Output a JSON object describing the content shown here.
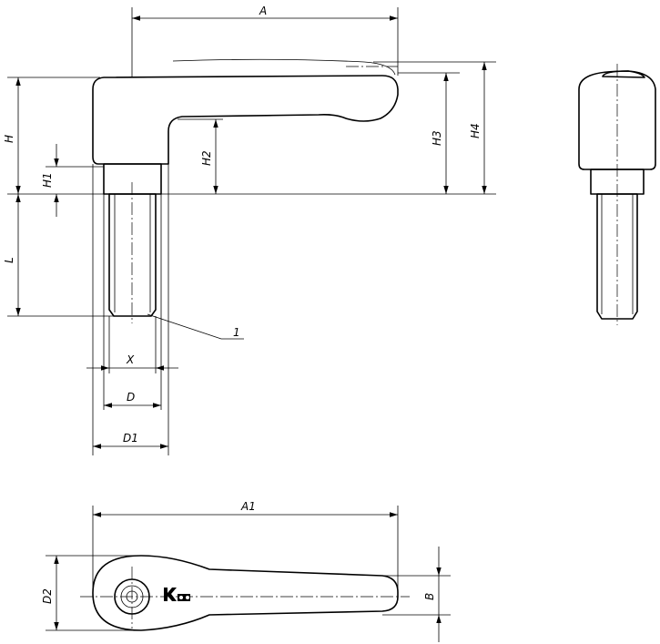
{
  "dimensions": {
    "A": "A",
    "H": "H",
    "H1": "H1",
    "H2": "H2",
    "H3": "H3",
    "H4": "H4",
    "L": "L",
    "X": "X",
    "D": "D",
    "D1": "D1",
    "A1": "A1",
    "D2": "D2",
    "B": "B"
  },
  "callouts": {
    "item_1": "1"
  },
  "icons": {
    "brand_mark": "kipp-logo-icon"
  }
}
